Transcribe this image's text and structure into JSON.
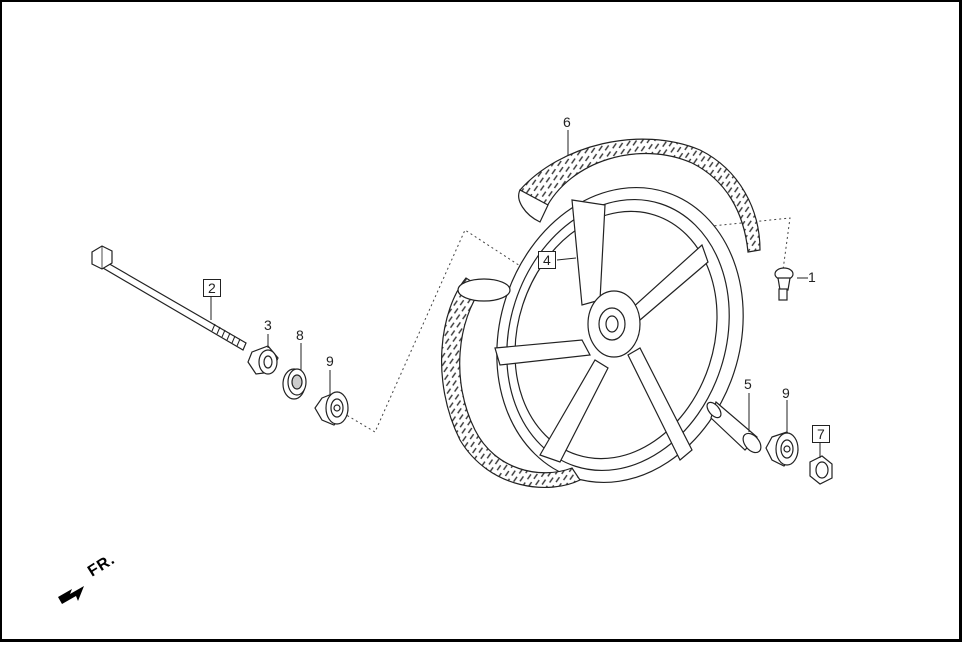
{
  "diagram": {
    "type": "exploded-parts-diagram",
    "subject": "front wheel assembly",
    "direction_indicator": {
      "label": "FR.",
      "icon": "arrow-down-left"
    },
    "callouts": [
      {
        "id": "c1",
        "label": "1",
        "boxed": false,
        "part": "valve stem"
      },
      {
        "id": "c2",
        "label": "2",
        "boxed": true,
        "part": "axle bolt"
      },
      {
        "id": "c3",
        "label": "3",
        "boxed": false,
        "part": "collar/spacer"
      },
      {
        "id": "c4",
        "label": "4",
        "boxed": true,
        "part": "wheel rim"
      },
      {
        "id": "c5",
        "label": "5",
        "boxed": false,
        "part": "distance collar"
      },
      {
        "id": "c6",
        "label": "6",
        "boxed": false,
        "part": "tire"
      },
      {
        "id": "c7",
        "label": "7",
        "boxed": true,
        "part": "axle nut"
      },
      {
        "id": "c8",
        "label": "8",
        "boxed": false,
        "part": "oil seal"
      },
      {
        "id": "c9a",
        "label": "9",
        "boxed": false,
        "part": "bearing"
      },
      {
        "id": "c9b",
        "label": "9",
        "boxed": false,
        "part": "bearing"
      }
    ]
  }
}
